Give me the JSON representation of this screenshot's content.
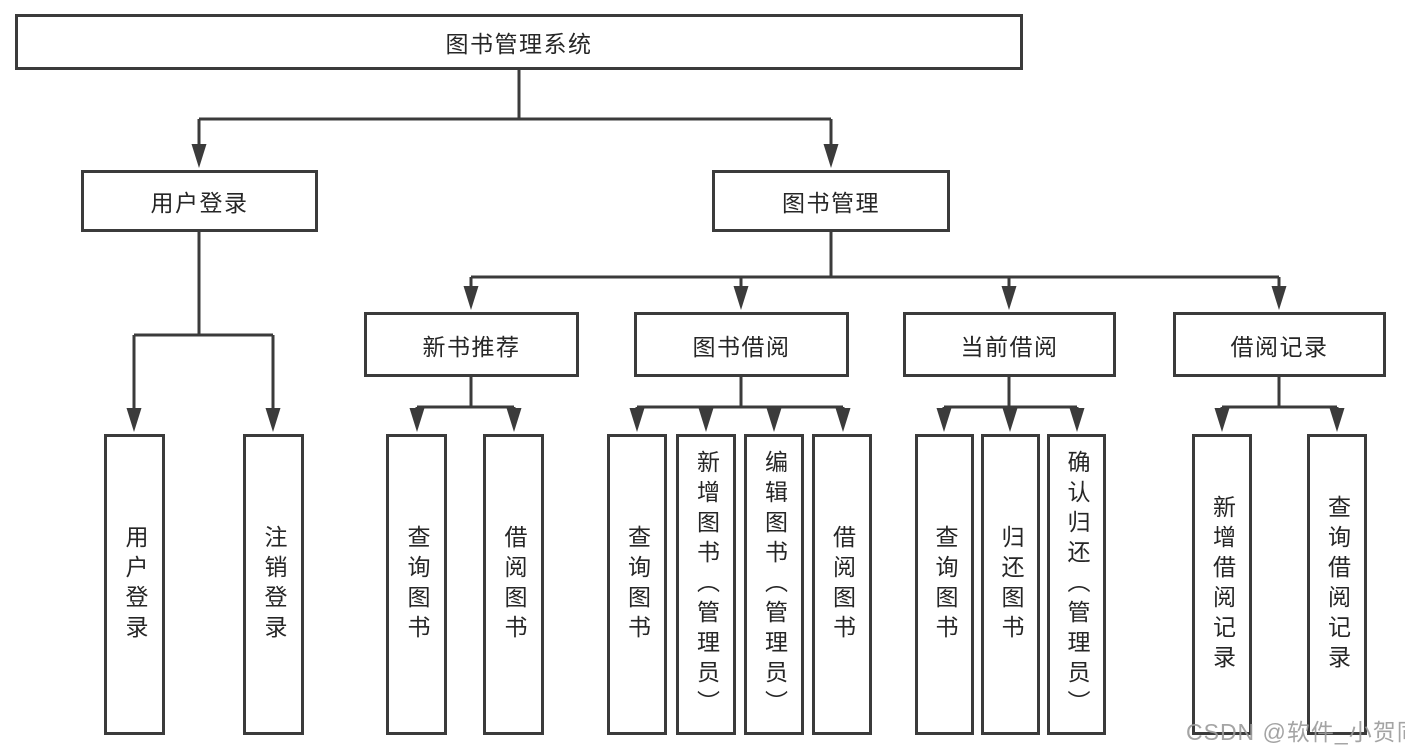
{
  "diagram_title": "图书管理系统",
  "tree": {
    "root": {
      "label": "图书管理系统"
    },
    "branches": {
      "user_login": {
        "label": "用户登录",
        "children": [
          "用户登录",
          "注销登录"
        ]
      },
      "book_management": {
        "label": "图书管理",
        "sections": {
          "new_books": {
            "label": "新书推荐",
            "children": [
              "查询图书",
              "借阅图书"
            ]
          },
          "book_borrowing": {
            "label": "图书借阅",
            "children": [
              "查询图书",
              "新增图书（管理员）",
              "编辑图书（管理员）",
              "借阅图书"
            ]
          },
          "current_borrowing": {
            "label": "当前借阅",
            "children": [
              "查询图书",
              "归还图书",
              "确认归还（管理员）"
            ]
          },
          "borrowing_records": {
            "label": "借阅记录",
            "children": [
              "新增借阅记录",
              "查询借阅记录"
            ]
          }
        }
      }
    }
  },
  "watermark": "CSDN @软件_小贺同学",
  "colors": {
    "line": "#3b3b3b",
    "box_border": "#3b3b3b",
    "box_background": "#ffffff",
    "text": "#262626",
    "watermark": "#9b9b9b",
    "background": "#ffffff"
  }
}
